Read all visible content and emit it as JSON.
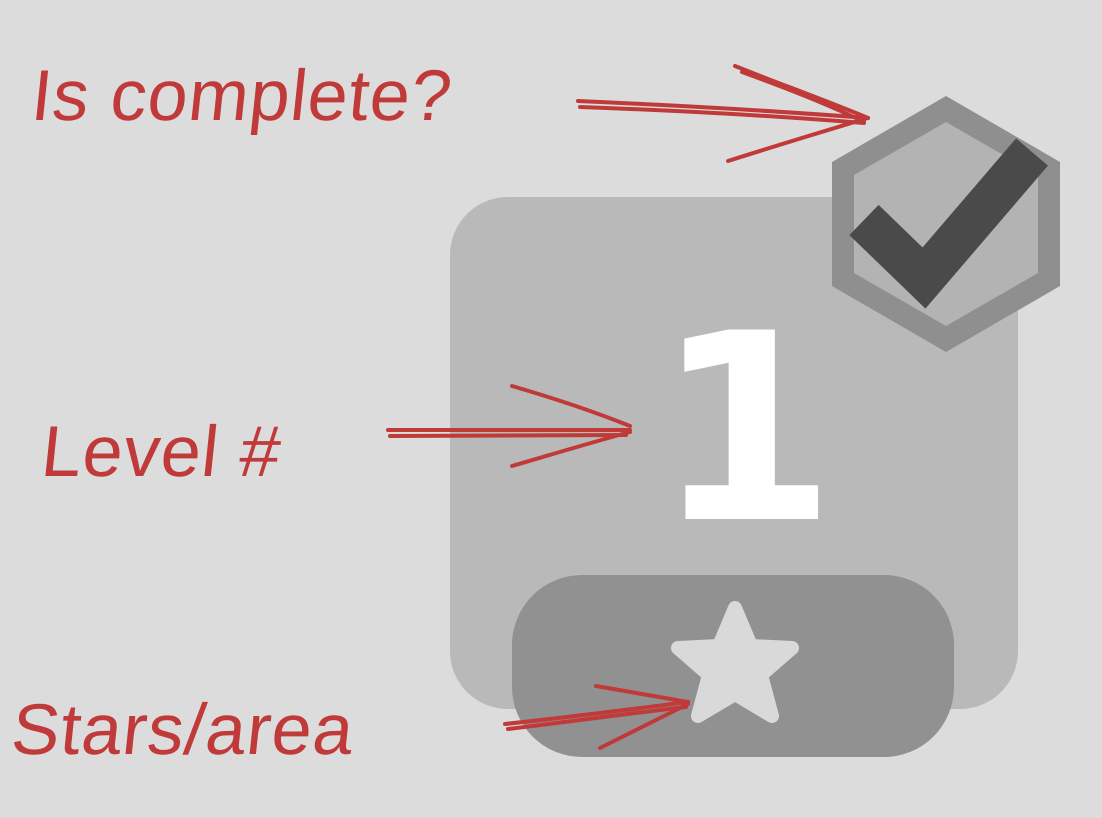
{
  "annotations": {
    "is_complete": "Is complete?",
    "level_number": "Level #",
    "stars_area": "Stars/area"
  },
  "level_tile": {
    "level": "1",
    "completed": true,
    "stars_shown": 1
  },
  "icons": {
    "badge": "hexagon-check-icon",
    "star": "star-icon"
  },
  "colors": {
    "background": "#dcdcdc",
    "tile": "#b9b9b9",
    "stars_bar": "#919191",
    "annotation": "#c03a3a",
    "badge_outer": "#8f8f8f",
    "badge_inner": "#b3b3b3",
    "checkmark": "#4a4a4a",
    "star": "#d9d9d9"
  }
}
